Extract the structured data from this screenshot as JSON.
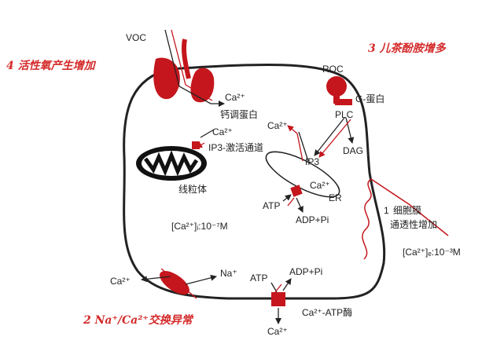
{
  "labels": {
    "voc": "VOC",
    "roc": "ROC",
    "g_protein": "G-蛋白",
    "plc": "PLC",
    "dag": "DAG",
    "ip3": "IP3",
    "ip3_channel": "IP3-激活通道",
    "calmodulin": "钙调蛋白",
    "mitochondria": "线粒体",
    "er": "ER",
    "atp_er": "ATP",
    "adp_pi_er": "ADP+Pi",
    "ca_in_conc": "[Ca²⁺]ᵢ:10⁻⁷M",
    "ca_out_conc": "[Ca²⁺]ₑ:10⁻³M",
    "membrane_note_num": "1",
    "membrane_note_l1": "细胞膜",
    "membrane_note_l2": "通透性增加",
    "na": "Na⁺",
    "atp_pump": "ATP",
    "adp_pi_pump": "ADP+Pi",
    "pump": "Ca²⁺-ATP酶",
    "ca": "Ca²⁺"
  },
  "notes": {
    "note2": "2 Na⁺/Ca²⁺交换异常",
    "note3": "3 儿茶酚胺增多",
    "note4": "4 活性氧产生增加"
  },
  "colors": {
    "accent_red": "#c4161c",
    "note_red": "#d42a2a",
    "line": "#222222"
  }
}
